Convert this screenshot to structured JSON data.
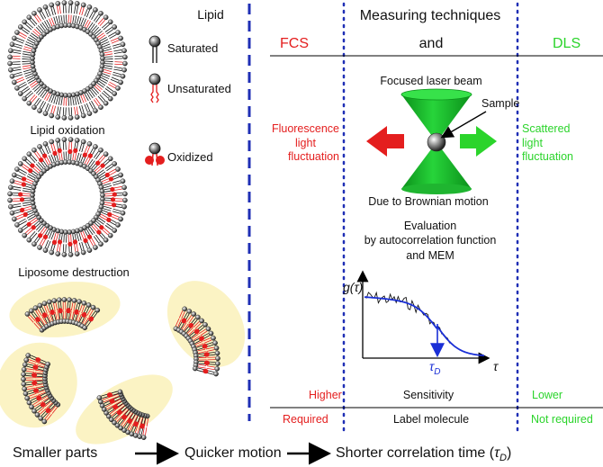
{
  "legend": {
    "title": "Lipid",
    "saturated": "Saturated",
    "unsaturated": "Unsaturated",
    "oxidized": "Oxidized"
  },
  "left_labels": {
    "lipid_oxidation": "Lipid oxidation",
    "liposome_destruction": "Liposome destruction"
  },
  "header": {
    "title": "Measuring techniques",
    "fcs": "FCS",
    "and": "and",
    "dls": "DLS"
  },
  "setup": {
    "laser": "Focused laser beam",
    "sample": "Sample",
    "fcs_side": [
      "Fluorescence",
      "light",
      "fluctuation"
    ],
    "dls_side": [
      "Scattered",
      "light",
      "fluctuation"
    ],
    "brownian": "Due to Brownian motion",
    "evaluation": [
      "Evaluation",
      "by autocorrelation function",
      "and MEM"
    ]
  },
  "plot": {
    "y_label": "g(τ)",
    "x_label": "τ",
    "marker_label": "τ",
    "marker_sub": "D"
  },
  "comparison": {
    "rows": [
      {
        "fcs": "Higher",
        "label": "Sensitivity",
        "dls": "Lower"
      },
      {
        "fcs": "Required",
        "label": "Label molecule",
        "dls": "Not required"
      }
    ]
  },
  "bottom": {
    "step1": "Smaller parts",
    "step2": "Quicker motion",
    "step3": "Shorter correlation time (",
    "step3_tau": "τ",
    "step3_sub": "D",
    "step3_close": ")"
  },
  "colors": {
    "blue_dots": "#1f2fb5",
    "red": "#e41e1e",
    "green": "#2bd42b",
    "yellow_bg": "#fbf3c4",
    "curve": "#1a2fd6"
  }
}
